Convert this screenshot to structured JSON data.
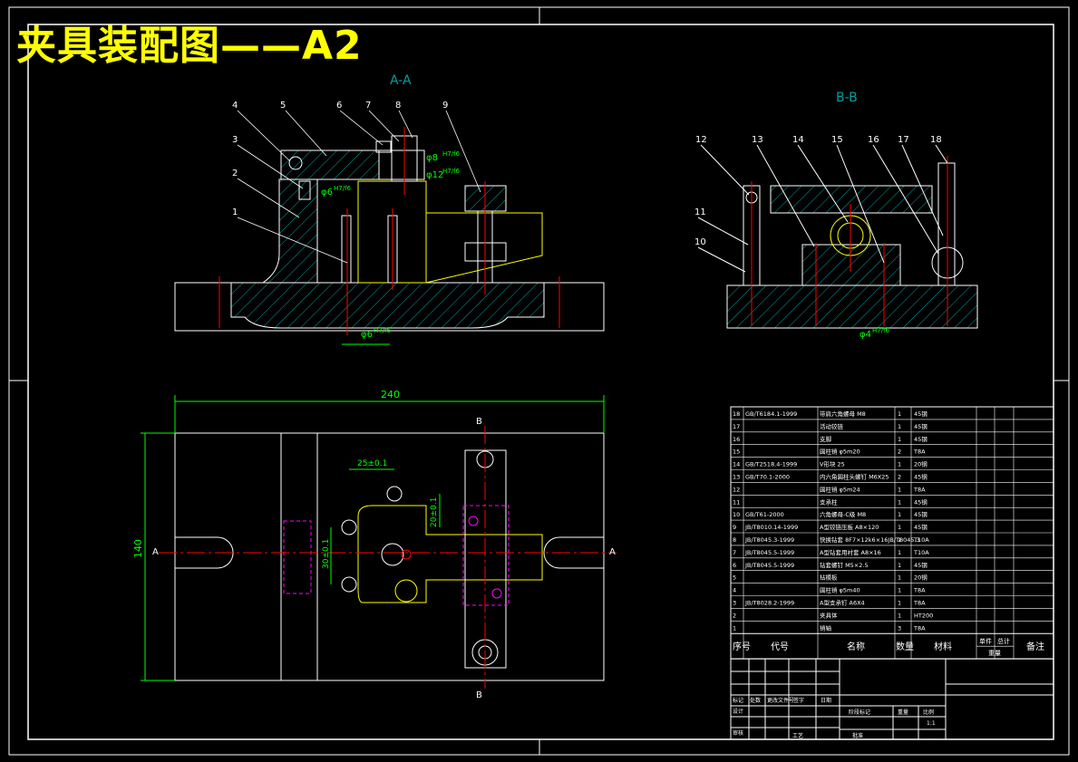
{
  "title": "夹具装配图——A2",
  "views": {
    "section_a": "A-A",
    "section_b": "B-B",
    "cut_marks": {
      "a_left": "A",
      "a_right": "A",
      "b_top": "B",
      "b_bottom": "B"
    }
  },
  "dimensions": {
    "width": "240",
    "height": "140",
    "d1": "25±0.1",
    "d2": "20±0.1",
    "d3": "30±0.1",
    "fit1": "φ8",
    "fit1_tol": "H7/f6",
    "fit2": "φ12",
    "fit2_tol": "H7/f6",
    "fit3": "φ6",
    "fit3_tol": "H7/f6",
    "fit4": "φ6",
    "fit4_tol": "H7/f6",
    "fit5": "φ4",
    "fit5_tol": "H7/f6"
  },
  "balloons_a": [
    "4",
    "5",
    "6",
    "7",
    "8",
    "9",
    "3",
    "2",
    "1"
  ],
  "balloons_b": [
    "12",
    "13",
    "14",
    "15",
    "16",
    "17",
    "18",
    "11",
    "10"
  ],
  "bom": {
    "rows": [
      {
        "no": "18",
        "code": "GB/T6184.1-1999",
        "name": "带肩六角螺母 M8",
        "qty": "1",
        "mat": "45钢"
      },
      {
        "no": "17",
        "code": "",
        "name": "活动铰链",
        "qty": "1",
        "mat": "45钢"
      },
      {
        "no": "16",
        "code": "",
        "name": "支脚",
        "qty": "1",
        "mat": "45钢"
      },
      {
        "no": "15",
        "code": "",
        "name": "圆柱销 φ5m20",
        "qty": "2",
        "mat": "T8A"
      },
      {
        "no": "14",
        "code": "GB/T2518.4-1999",
        "name": "V形块 25",
        "qty": "1",
        "mat": "20钢"
      },
      {
        "no": "13",
        "code": "GB/T70.1-2000",
        "name": "内六角圆柱头螺钉 M6X25",
        "qty": "2",
        "mat": "45钢"
      },
      {
        "no": "12",
        "code": "",
        "name": "圆柱销 φ5m24",
        "qty": "1",
        "mat": "T8A"
      },
      {
        "no": "11",
        "code": "",
        "name": "支承柱",
        "qty": "1",
        "mat": "45钢"
      },
      {
        "no": "10",
        "code": "GB/T61-2000",
        "name": "六角螺母-C级 M8",
        "qty": "1",
        "mat": "45钢"
      },
      {
        "no": "9",
        "code": "JB/T8010.14-1999",
        "name": "A型铰链压板 A8×120",
        "qty": "1",
        "mat": "45钢"
      },
      {
        "no": "8",
        "code": "JB/T8045.3-1999",
        "name": "快换钻套 8F7×12k6×16JB/T8045.3",
        "qty": "1",
        "mat": "T10A"
      },
      {
        "no": "7",
        "code": "JB/T8045.5-1999",
        "name": "A型钻套用衬套 A8×16",
        "qty": "1",
        "mat": "T10A"
      },
      {
        "no": "6",
        "code": "JB/T8045.5-1999",
        "name": "钻套螺钉 M5×2.5",
        "qty": "1",
        "mat": "45钢"
      },
      {
        "no": "5",
        "code": "",
        "name": "钻模板",
        "qty": "1",
        "mat": "20钢"
      },
      {
        "no": "4",
        "code": "",
        "name": "圆柱销 φ5m40",
        "qty": "1",
        "mat": "T8A"
      },
      {
        "no": "3",
        "code": "JB/T8028.2-1999",
        "name": "A型支承钉 A6X4",
        "qty": "1",
        "mat": "T8A"
      },
      {
        "no": "2",
        "code": "",
        "name": "夹具体",
        "qty": "1",
        "mat": "HT200"
      },
      {
        "no": "1",
        "code": "",
        "name": "销轴",
        "qty": "3",
        "mat": "T8A"
      }
    ],
    "headers": {
      "no": "序号",
      "code": "代号",
      "name": "名称",
      "qty": "数量",
      "mat": "材料",
      "unit": "单件",
      "total": "总计",
      "weight": "重量",
      "note": "备注"
    }
  },
  "title_block": {
    "mark": "标记",
    "count": "处数",
    "zone": "更改文件号",
    "sign": "签字",
    "date": "日期",
    "design": "设计",
    "stage": "阶段标记",
    "weight": "重量",
    "ratio": "比例",
    "scale": "1:1",
    "review": "审核",
    "process": "工艺",
    "approve": "批准"
  },
  "colors": {
    "frame": "#ffffff",
    "hatch": "#00a0a0",
    "part": "#ffff00",
    "center": "#ff0000",
    "dim": "#00ff00",
    "magenta": "#ff00ff",
    "text": "#ffffff"
  }
}
